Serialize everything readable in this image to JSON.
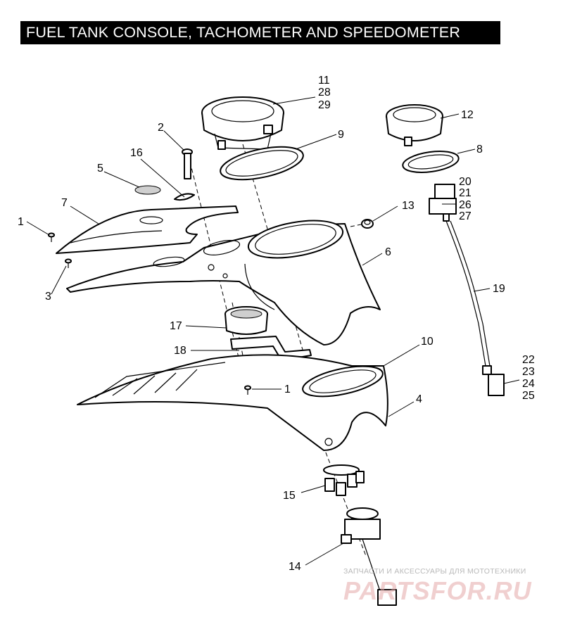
{
  "title": "FUEL TANK CONSOLE, TACHOMETER AND SPEEDOMETER",
  "callouts": {
    "c11": "11",
    "c28": "28",
    "c29": "29",
    "c12": "12",
    "c2": "2",
    "c9": "9",
    "c16": "16",
    "c8": "8",
    "c5": "5",
    "c20": "20",
    "c21": "21",
    "c26": "26",
    "c27": "27",
    "c7": "7",
    "c13": "13",
    "c1a": "1",
    "c6": "6",
    "c3": "3",
    "c19": "19",
    "c17": "17",
    "c10": "10",
    "c18": "18",
    "c22": "22",
    "c23": "23",
    "c24": "24",
    "c25": "25",
    "c1b": "1",
    "c4": "4",
    "c15": "15",
    "c14": "14"
  },
  "watermark": {
    "tagline": "ЗАПЧАСТИ И АКСЕССУАРЫ ДЛЯ МОТОТЕХНИКИ",
    "brand": "PARTSFOR.RU"
  },
  "colors": {
    "title_bg": "#000000",
    "title_fg": "#ffffff",
    "watermark": "#c8c8c8",
    "line": "#000000"
  }
}
